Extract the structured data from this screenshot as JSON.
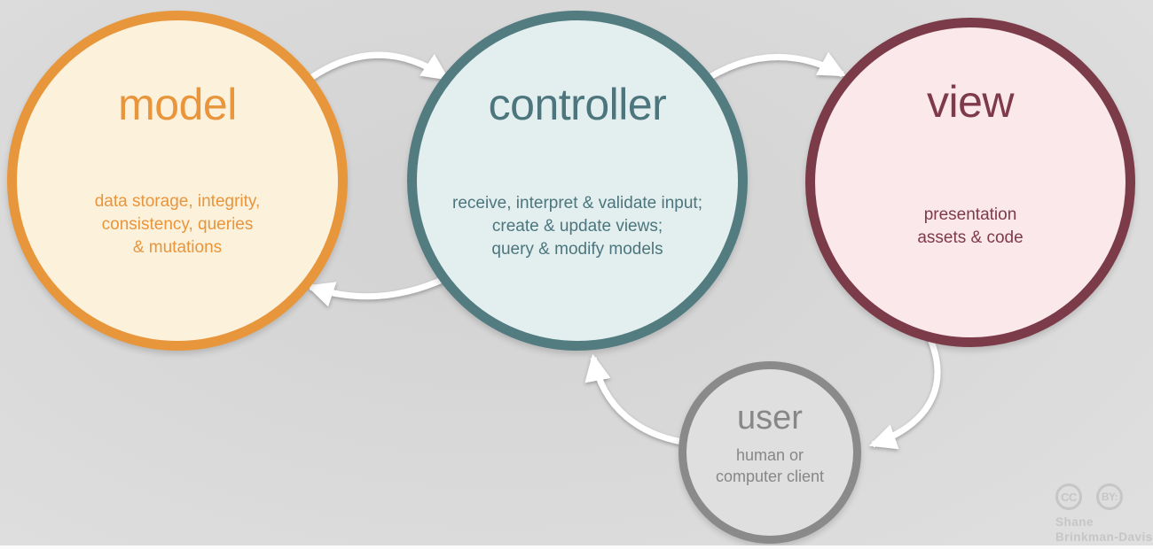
{
  "canvas": {
    "background_color": "#d9d9d9",
    "bottom_strip_color": "#fbfbfb"
  },
  "nodes": [
    {
      "id": "model",
      "title": "model",
      "lines": [
        "data storage, integrity,",
        "consistency, queries",
        "& mutations"
      ],
      "border_color": "#e8963c",
      "fill_color": "#fcf1db",
      "text_color": "#e8953c"
    },
    {
      "id": "controller",
      "title": "controller",
      "lines": [
        "receive, interpret & validate input;",
        "create & update views;",
        "query & modify models"
      ],
      "border_color": "#537c81",
      "fill_color": "#e2efee",
      "text_color": "#4d757d"
    },
    {
      "id": "view",
      "title": "view",
      "lines": [
        "presentation",
        "assets & code"
      ],
      "border_color": "#7b3b49",
      "fill_color": "#fae8ea",
      "text_color": "#7e3a4b"
    },
    {
      "id": "user",
      "title": "user",
      "lines": [
        "human or",
        "computer client"
      ],
      "border_color": "#8a8a8a",
      "fill_color": "#dfdfdf",
      "text_color": "#878787"
    }
  ],
  "arrows": {
    "color": "#ffffff",
    "items": [
      {
        "from": "model",
        "to": "controller"
      },
      {
        "from": "controller",
        "to": "view"
      },
      {
        "from": "controller",
        "to": "model"
      },
      {
        "from": "view",
        "to": "user"
      },
      {
        "from": "user",
        "to": "controller"
      }
    ]
  },
  "attribution": {
    "badge1": "CC",
    "badge2": "BY:",
    "line1": "Shane",
    "line2": "Brinkman-Davis",
    "color": "#c6c6c6"
  }
}
